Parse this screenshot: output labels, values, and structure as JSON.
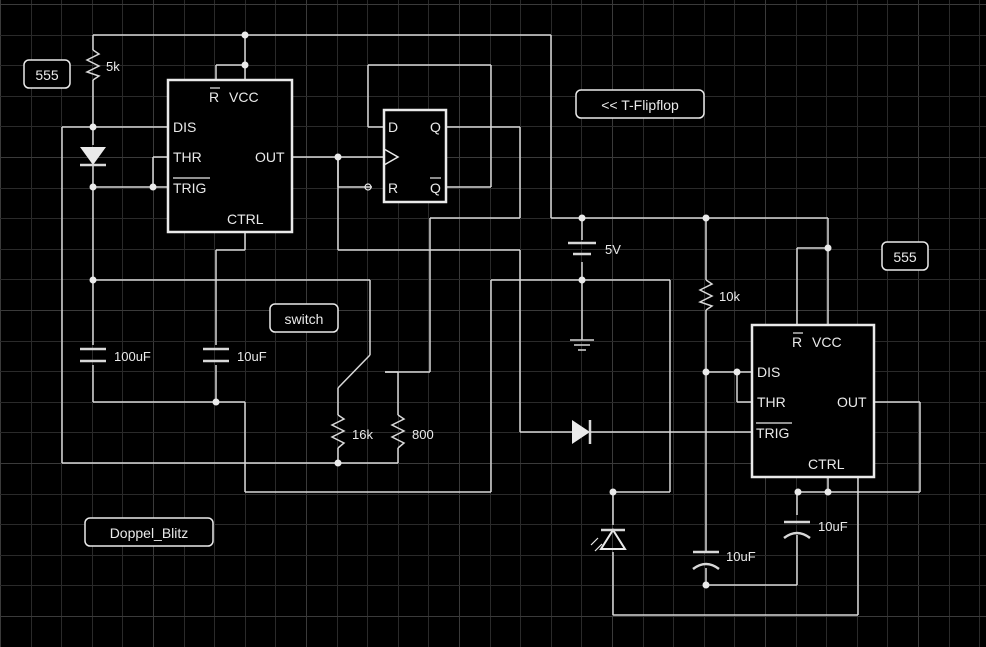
{
  "labels": {
    "tag_555_left": "555",
    "tag_555_right": "555",
    "tag_tflipflop": "<< T-Flipflop",
    "tag_switch": "switch",
    "tag_project": "Doppel_Blitz"
  },
  "timer1": {
    "r_bar": "R",
    "vcc": "VCC",
    "dis": "DIS",
    "thr": "THR",
    "trig": "TRIG",
    "out": "OUT",
    "ctrl": "CTRL"
  },
  "timer2": {
    "r_bar": "R",
    "vcc": "VCC",
    "dis": "DIS",
    "thr": "THR",
    "trig": "TRIG",
    "out": "OUT",
    "ctrl": "CTRL"
  },
  "flipflop": {
    "d": "D",
    "q": "Q",
    "r": "R",
    "q_bar": "Q"
  },
  "components": {
    "r_5k": "5k",
    "r_10k": "10k",
    "r_16k": "16k",
    "r_800": "800",
    "c_100uf": "100uF",
    "c_10uf_a": "10uF",
    "c_10uf_b": "10uF",
    "c_10uf_c": "10uF",
    "battery": "5V"
  },
  "colors": {
    "background": "#000000",
    "wire": "#d8d8d8",
    "grid": "#2a2a2a"
  }
}
